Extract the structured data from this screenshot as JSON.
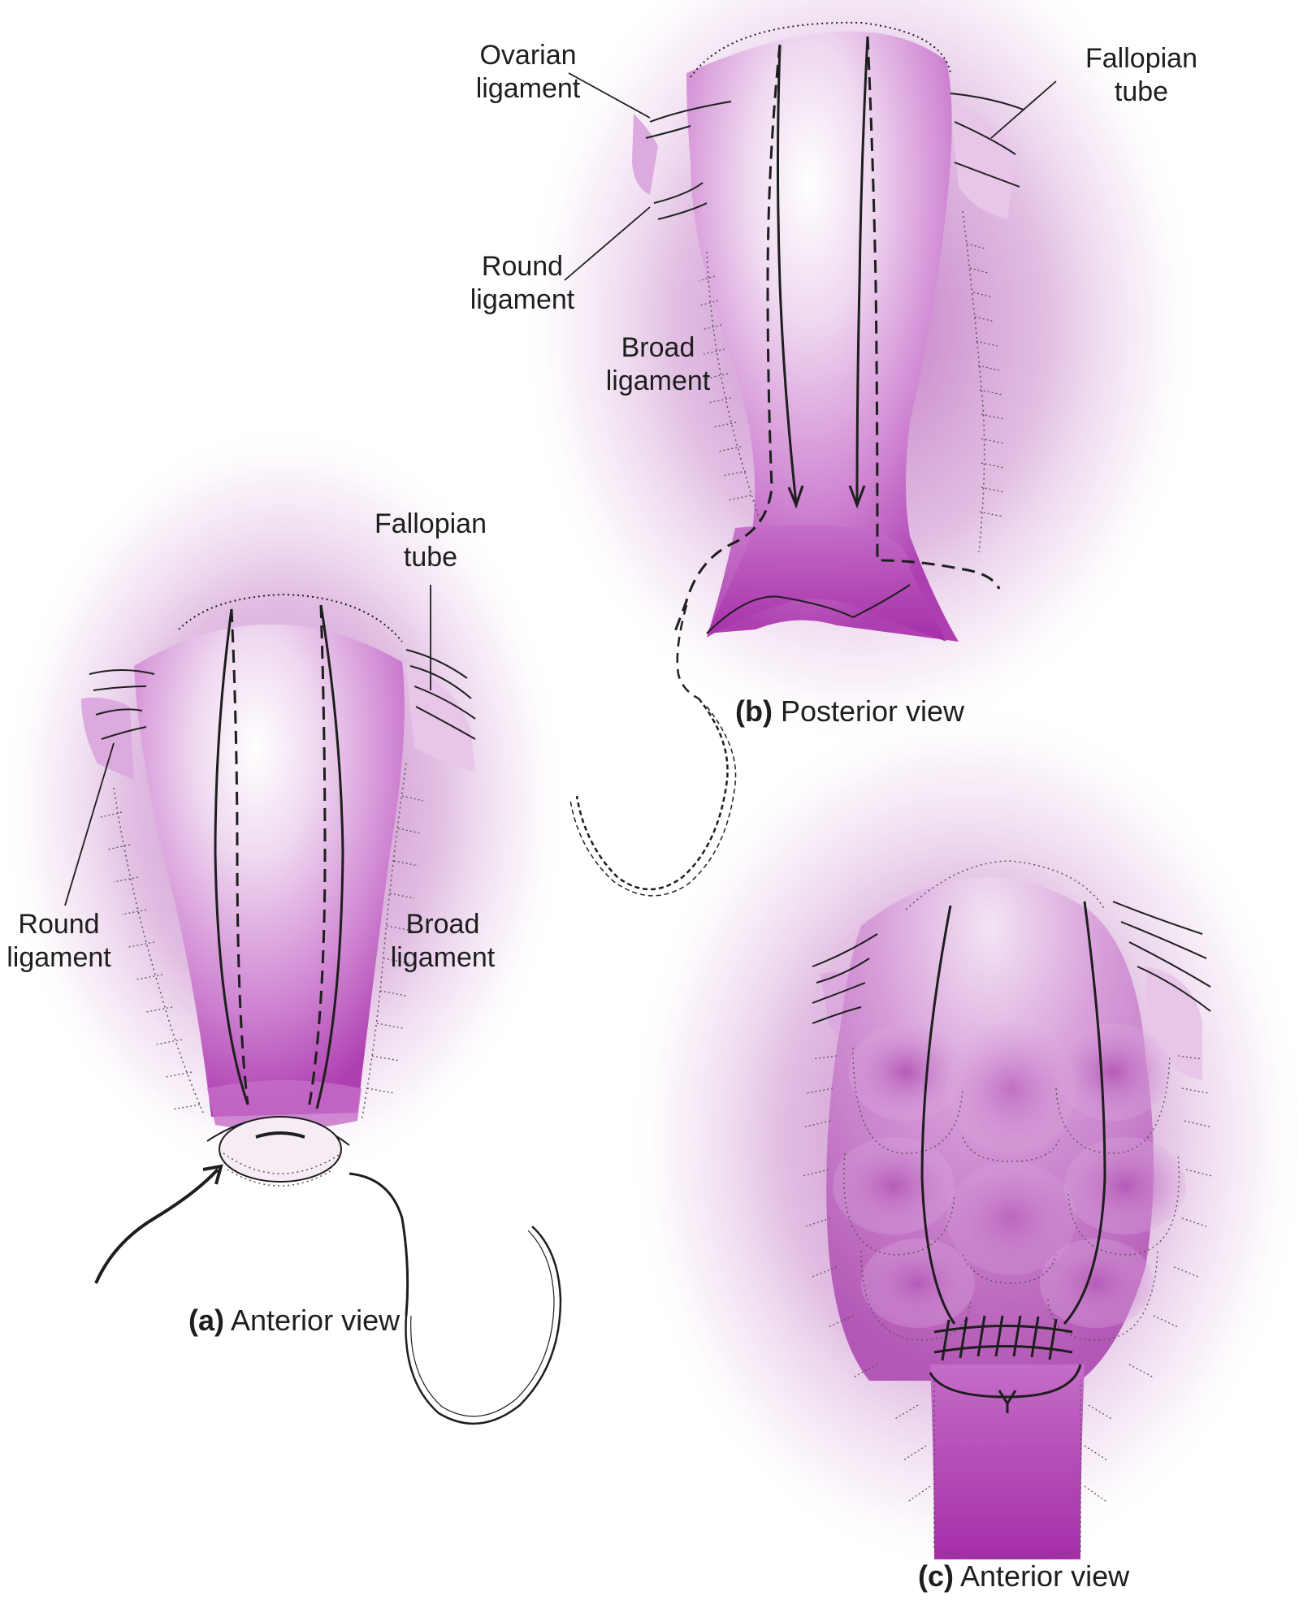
{
  "colors": {
    "uterus_light": "#f3e4f4",
    "uterus_mid": "#cc7fcf",
    "uterus_dark": "#a52da8",
    "halo": "#c98acb",
    "line": "#1e1e1e"
  },
  "panel_a": {
    "letter": "(a)",
    "view": "Anterior view",
    "labels": {
      "fallopian_tube": "Fallopian\ntube",
      "round_ligament": "Round\nligament",
      "broad_ligament": "Broad\nligament"
    }
  },
  "panel_b": {
    "letter": "(b)",
    "view": "Posterior view",
    "labels": {
      "ovarian_ligament": "Ovarian\nligament",
      "fallopian_tube": "Fallopian\ntube",
      "round_ligament": "Round\nligament",
      "broad_ligament": "Broad\nligament"
    }
  },
  "panel_c": {
    "letter": "(c)",
    "view": "Anterior view"
  },
  "icons": [
    "suture-needle-icon",
    "arrow-icon",
    "knot-icon"
  ]
}
